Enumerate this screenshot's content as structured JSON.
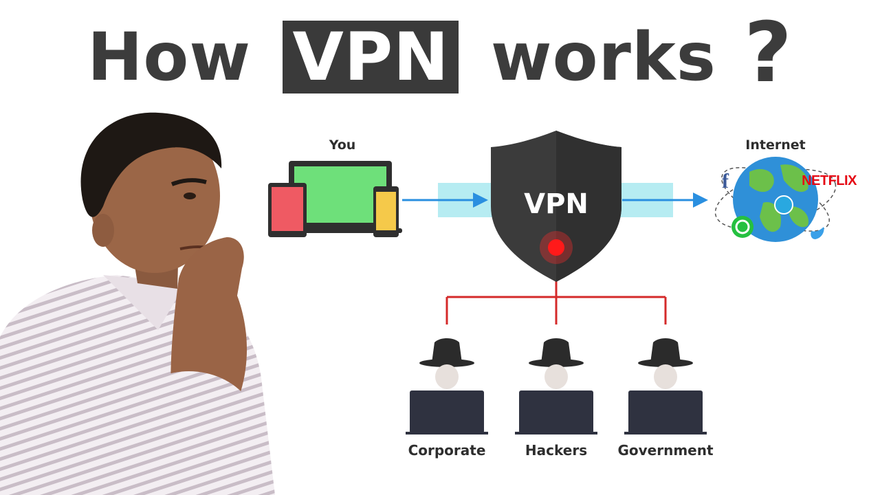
{
  "title": {
    "prefix": "How",
    "highlight": "VPN",
    "suffix": "works",
    "mark": "?"
  },
  "nodes": {
    "you_label": "You",
    "vpn_label": "VPN",
    "internet_label": "Internet"
  },
  "internet_services": {
    "facebook": "f",
    "netflix": "NETFLIX"
  },
  "watchers": [
    {
      "label": "Corporate"
    },
    {
      "label": "Hackers"
    },
    {
      "label": "Government"
    }
  ],
  "colors": {
    "title_text": "#3c3c3c",
    "title_highlight_bg": "#3a3a3a",
    "shield": "#3b3b3b",
    "tunnel": "#b6ecf2",
    "arrow": "#2a8fe0",
    "leak_line": "#d42a2a",
    "laptop_screen": "#6ee07a",
    "tablet_screen": "#ef5a63",
    "phone_screen": "#f5c94a",
    "netflix": "#e50914",
    "globe_ocean": "#2f90d8",
    "globe_land": "#6cc04a"
  },
  "icons": [
    "laptop-icon",
    "tablet-icon",
    "phone-icon",
    "vpn-shield-icon",
    "globe-icon",
    "facebook-icon",
    "whatsapp-icon",
    "skype-icon",
    "twitter-icon",
    "spy-icon"
  ]
}
